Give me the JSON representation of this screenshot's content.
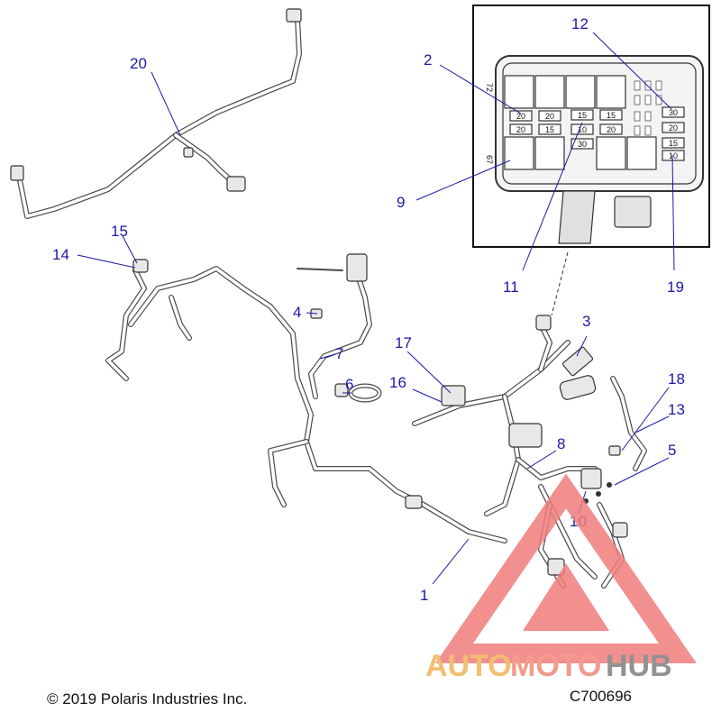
{
  "callouts": {
    "c1": "1",
    "c2": "2",
    "c3": "3",
    "c4": "4",
    "c5": "5",
    "c6": "6",
    "c7": "7",
    "c8": "8",
    "c9": "9",
    "c10": "10",
    "c11": "11",
    "c12": "12",
    "c13": "13",
    "c14": "14",
    "c15": "15",
    "c16": "16",
    "c17": "17",
    "c18": "18",
    "c19": "19",
    "c20": "20"
  },
  "fuse_box": {
    "side_label_top": "72",
    "side_label_bottom": "67",
    "fuses": {
      "f_a": "20",
      "f_b": "20",
      "f_c": "20",
      "f_d": "15",
      "f_e": "15",
      "f_f": "15",
      "f_g": "10",
      "f_h": "20",
      "f_i": "30",
      "f_j": "30",
      "f_k": "20",
      "f_l": "15",
      "f_m": "10"
    }
  },
  "watermark": {
    "part1": "AUTO",
    "part2": "MOTO",
    "part3": "HUB",
    "colors": {
      "auto": "#f2b25a",
      "moto": "#f08a7a",
      "hub": "#7f7f7f",
      "triangle": "#f07d7d"
    }
  },
  "footer": {
    "copyright": "© 2019 Polaris Industries Inc.",
    "diagram_id": "C700696"
  }
}
